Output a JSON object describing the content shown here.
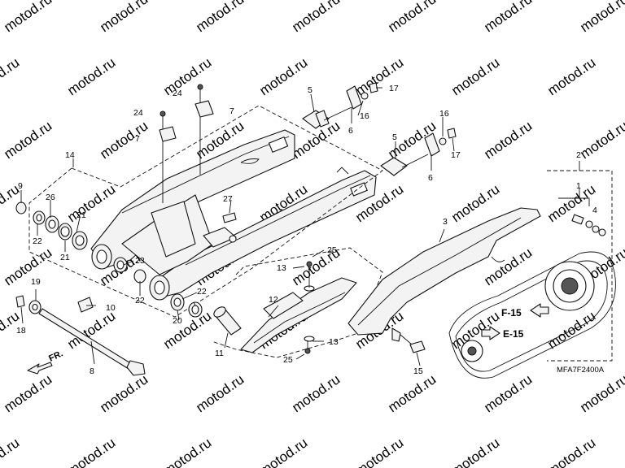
{
  "watermark": {
    "text": "motod.ru"
  },
  "callouts": {
    "n1": "1",
    "n2": "2",
    "n3": "3",
    "n4": "4",
    "n5a": "5",
    "n5b": "5",
    "n6a": "6",
    "n6b": "6",
    "n7a": "7",
    "n7b": "7",
    "n8": "8",
    "n9": "9",
    "n10": "10",
    "n11": "11",
    "n12": "12",
    "n13a": "13",
    "n13b": "13",
    "n14": "14",
    "n15": "15",
    "n16a": "16",
    "n16b": "16",
    "n17a": "17",
    "n17b": "17",
    "n18": "18",
    "n19": "19",
    "n20": "20",
    "n21a": "21",
    "n21b": "21",
    "n22a": "22",
    "n22b": "22",
    "n22c": "22",
    "n23": "23",
    "n24a": "24",
    "n24b": "24",
    "n25a": "25",
    "n25b": "25",
    "n26": "26",
    "n27": "27"
  },
  "refs": {
    "f15": "F-15",
    "e15": "E-15",
    "front": "FR."
  },
  "diagram_code": "MFA7F2400A"
}
